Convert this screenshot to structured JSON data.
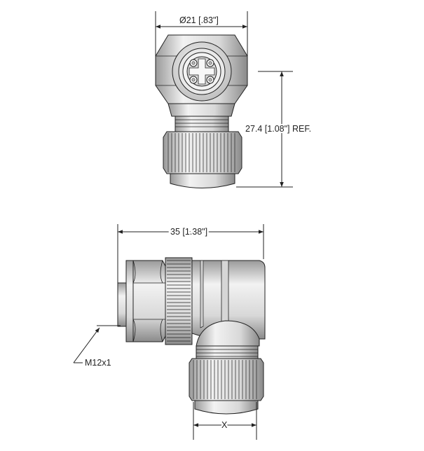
{
  "labels": {
    "diameter": "Ø21 [.83\"]",
    "height": "27.4 [1.08\"] REF.",
    "length": "35 [1.38\"]",
    "thread": "M12x1",
    "cable_dim": "X"
  },
  "colors": {
    "line": "#222222",
    "body_light": "#e6e6e6",
    "body_mid": "#cfcfcf",
    "body_dark": "#9a9a9a",
    "background": "#ffffff"
  }
}
